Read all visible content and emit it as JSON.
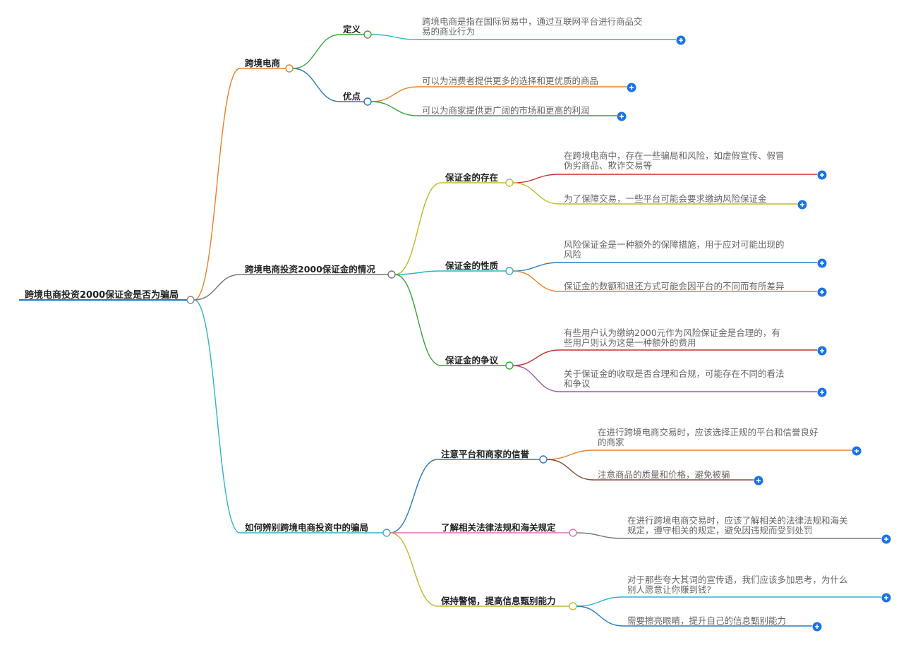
{
  "root": {
    "label": "跨境电商投资2000保证金是否为骗局",
    "children": [
      {
        "label": "跨境电商",
        "color": "#e8822a",
        "children": [
          {
            "label": "定义",
            "color": "#3aa43a",
            "children": [
              {
                "lines": [
                  "跨境电商是指在国际贸易中，通过互联网平台进行商品交",
                  "易的商业行为"
                ],
                "color": "#2fb3c8"
              }
            ]
          },
          {
            "label": "优点",
            "color": "#2a7ab8",
            "children": [
              {
                "lines": [
                  "可以为消费者提供更多的选择和更优质的商品"
                ],
                "color": "#e8822a"
              },
              {
                "lines": [
                  "可以为商家提供更广阔的市场和更高的利润"
                ],
                "color": "#3aa43a"
              }
            ]
          }
        ]
      },
      {
        "label": "跨境电商投资2000保证金的情况",
        "color": "#777777",
        "children": [
          {
            "label": "保证金的存在",
            "color": "#c4b82c",
            "children": [
              {
                "lines": [
                  "在跨境电商中，存在一些骗局和风险，如虚假宣传、假冒",
                  "伪劣商品、欺诈交易等"
                ],
                "color": "#c8302e"
              },
              {
                "lines": [
                  "为了保障交易，一些平台可能会要求缴纳风险保证金"
                ],
                "color": "#c4b82c"
              }
            ]
          },
          {
            "label": "保证金的性质",
            "color": "#2fb3c8",
            "children": [
              {
                "lines": [
                  "风险保证金是一种额外的保障措施，用于应对可能出现的",
                  "风险"
                ],
                "color": "#2a7ab8"
              },
              {
                "lines": [
                  "保证金的数额和退还方式可能会因平台的不同而有所差异"
                ],
                "color": "#e8822a"
              }
            ]
          },
          {
            "label": "保证金的争议",
            "color": "#3aa43a",
            "children": [
              {
                "lines": [
                  "有些用户认为缴纳2000元作为风险保证金是合理的，有",
                  "些用户则认为这是一种额外的费用"
                ],
                "color": "#c8302e"
              },
              {
                "lines": [
                  "关于保证金的收取是否合理和合规，可能存在不同的看法",
                  "和争议"
                ],
                "color": "#9b59b6"
              }
            ]
          }
        ]
      },
      {
        "label": "如何辨别跨境电商投资中的骗局",
        "color": "#2fb3c8",
        "children": [
          {
            "label": "注意平台和商家的信誉",
            "color": "#2a7ab8",
            "children": [
              {
                "lines": [
                  "在进行跨境电商交易时，应该选择正规的平台和信誉良好",
                  "的商家"
                ],
                "color": "#e8822a"
              },
              {
                "lines": [
                  "注意商品的质量和价格，避免被骗"
                ],
                "color": "#8b4a3a"
              }
            ]
          },
          {
            "label": "了解相关法律法规和海关规定",
            "color": "#e070b8",
            "children": [
              {
                "lines": [
                  "在进行跨境电商交易时，应该了解相关的法律法规和海关",
                  "规定，遵守相关的规定，避免因违规而受到处罚"
                ],
                "color": "#777777"
              }
            ]
          },
          {
            "label": "保持警惕，提高信息甄别能力",
            "color": "#c4b82c",
            "children": [
              {
                "lines": [
                  "对于那些夸大其词的宣传语，我们应该多加思考，为什么",
                  "别人愿意让你赚到钱?"
                ],
                "color": "#2fb3c8"
              },
              {
                "lines": [
                  "需要擦亮眼睛，提升自己的信息甄别能力"
                ],
                "color": "#2a7ab8"
              }
            ]
          }
        ]
      }
    ]
  },
  "colors": {
    "root_line": "#2a7ab8",
    "expand_button": "#1a73e8",
    "node_ring": "#888888"
  }
}
